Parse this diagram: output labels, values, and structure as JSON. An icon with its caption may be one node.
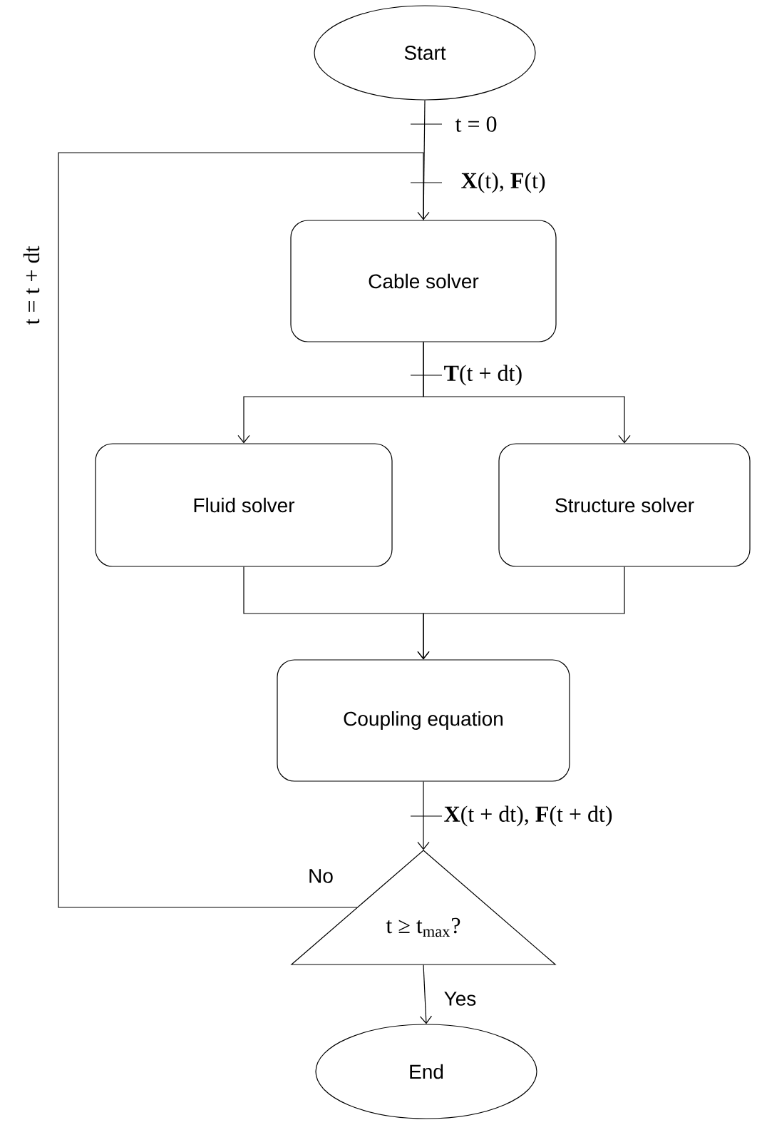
{
  "diagram": {
    "nodes": [
      {
        "text": [
          "Start"
        ]
      },
      {
        "text": [
          "Cable solver"
        ]
      },
      {
        "text": [
          "Fluid solver"
        ]
      },
      {
        "text": [
          "Structure solver"
        ]
      },
      {
        "text": [
          "Coupling equation"
        ]
      },
      {
        "text": [
          "t ≥ t$_{max}$?"
        ]
      },
      {
        "text": [
          "End"
        ]
      }
    ],
    "edges": [
      {
        "from": 0,
        "to": 1,
        "arrow": "none",
        "label": "t = 0"
      },
      {
        "from": 1,
        "to": 2,
        "arrow": "to",
        "label": "**T**(t + dt)"
      },
      {
        "from": 1,
        "to": 3,
        "arrow": "to"
      },
      {
        "from": 2,
        "to": 4,
        "arrow": "to"
      },
      {
        "from": 3,
        "to": 4,
        "arrow": "to"
      },
      {
        "from": 4,
        "to": 5,
        "arrow": "to",
        "label": "**X**(t + dt), **F**(t + dt)"
      },
      {
        "from": 5,
        "to": 6,
        "arrow": "to",
        "label": "Yes"
      },
      {
        "from": 5,
        "to": 1,
        "arrow": "to",
        "label": "No"
      }
    ],
    "labels": [
      "**X**(t), **F**(t)",
      "t = t + dt"
    ]
  }
}
